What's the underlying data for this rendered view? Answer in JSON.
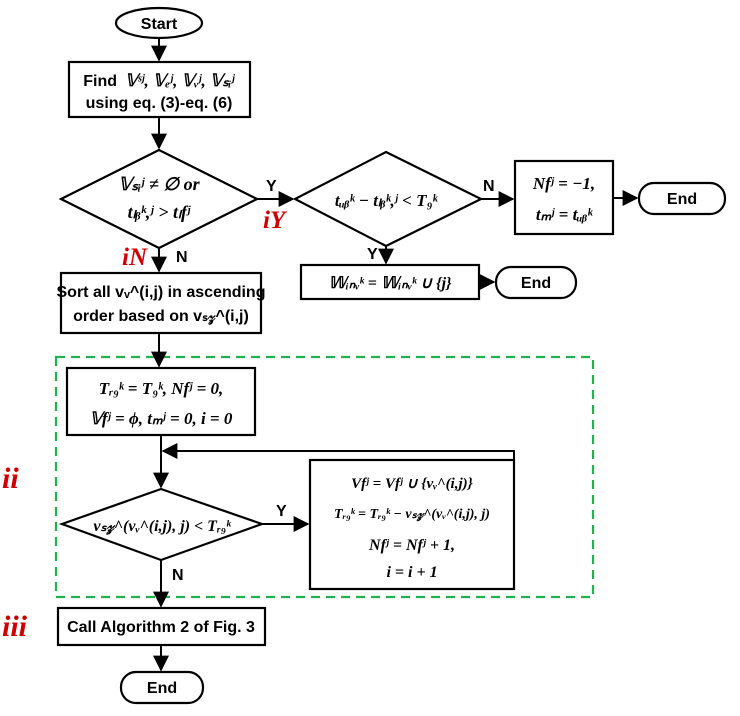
{
  "nodes": {
    "start": "Start",
    "find": {
      "line1_prefix": "Find",
      "line1_math": "𝕍ˢʲ, 𝕍ₑʲ, 𝕍ᵥʲ, 𝕍ₛᵢʲ",
      "line2": "using eq. (3)-eq. (6)"
    },
    "decision1": {
      "line1": "𝕍ₛᵢʲ ≠ ∅ or",
      "line2": "tₗᵦᵏ,ʲ > tₗfʲ"
    },
    "decision2": "tᵤᵦᵏ − tₗᵦᵏ,ʲ < T₉ᵏ",
    "set_nf": {
      "line1": "Nfʲ = −1,",
      "line2": "tₘʲ = tᵤᵦᵏ"
    },
    "end_top": "End",
    "winv": "𝕎ᵢₙᵥᵏ = 𝕎ᵢₙᵥᵏ ∪ {j}",
    "end_mid": "End",
    "sort": {
      "line1": "Sort all vᵥ^(i,j) in ascending",
      "line2": "order based on vₛ𝓏^(i,j)"
    },
    "init": {
      "line1": "Tᵣ₉ᵏ = T₉ᵏ, Nfʲ = 0,",
      "line2": "𝕍fʲ = ϕ, tₘʲ = 0, i = 0"
    },
    "decision3": "vₛ𝓏^(vᵥ^(i,j), j) < Tᵣ₉ᵏ",
    "update": {
      "line1": "Vfʲ = Vfʲ ∪ {vᵥ^(i,j)}",
      "line2": "Tᵣ₉ᵏ = Tᵣ₉ᵏ − vₛ𝓏^(vᵥ^(i,j), j)",
      "line3": "Nfʲ = Nfʲ + 1,",
      "line4": "i = i + 1"
    },
    "call": "Call Algorithm 2 of Fig. 3",
    "end_bottom": "End"
  },
  "edge_labels": {
    "d1_yes": "Y",
    "d1_no": "N",
    "d2_yes": "Y",
    "d2_no": "N",
    "d3_yes": "Y",
    "d3_no": "N"
  },
  "tags": {
    "i_y": "iY",
    "i_n": "iN",
    "ii": "ii",
    "iii": "iii"
  },
  "colors": {
    "tag": "#d10000",
    "group_border": "#22b14c"
  }
}
